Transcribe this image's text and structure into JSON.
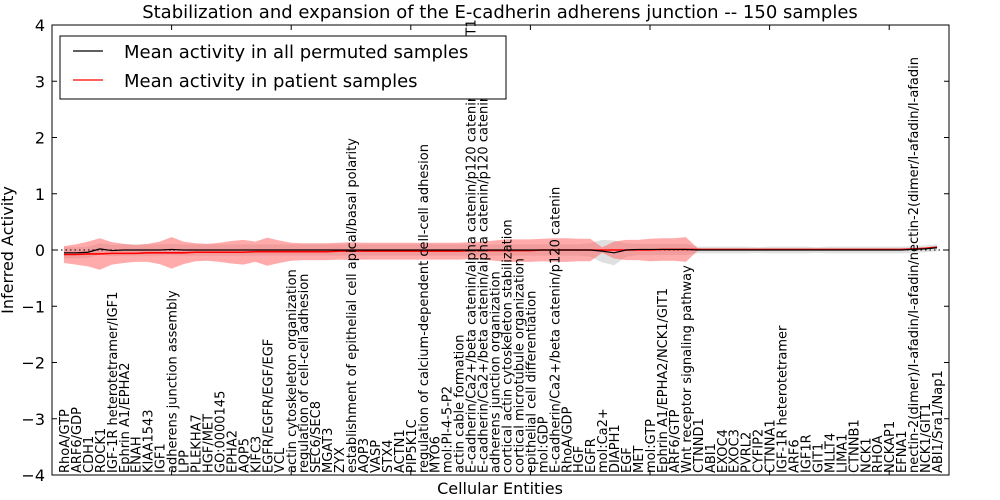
{
  "chart_data": {
    "type": "line",
    "title": "Stabilization and expansion of the E-cadherin adherens junction -- 150 samples",
    "xlabel": "Cellular Entities",
    "ylabel": "Inferred Activity",
    "ylim": [
      -4,
      4
    ],
    "xlim": [
      0,
      75
    ],
    "yticks": [
      "4",
      "3",
      "2",
      "1",
      "0",
      "−1",
      "−2",
      "−3",
      "−4"
    ],
    "ytick_values": [
      4,
      3,
      2,
      1,
      0,
      -1,
      -2,
      -3,
      -4
    ],
    "grid": false,
    "legend": {
      "placement": "top-left",
      "entries": [
        {
          "label": "Mean activity in all permuted samples",
          "color": "#000000"
        },
        {
          "label": "Mean activity in patient samples",
          "color": "#ff0000"
        }
      ]
    },
    "categories": [
      "RhoA/GTP",
      "ARF6/GDP",
      "CDH1",
      "ROCK1",
      "IGF-1R heterotetramer/IGF1",
      "Ephrin A1/EPHA2",
      "ENAH",
      "KIAA1543",
      "IGF1",
      "adherens junction assembly",
      "LPP",
      "PLEKHA7",
      "HGF/MET",
      "GO:0000145",
      "EPHA2",
      "AQP5",
      "KIFC3",
      "EGFR/EGFR/EGF/EGF",
      "VCL",
      "actin cytoskeleton organization",
      "regulation of cell-cell adhesion",
      "SEC6/SEC8",
      "MGAT3",
      "ZYX",
      "establishment of epithelial cell apical/basal polarity",
      "AQP3",
      "VASP",
      "STX4",
      "ACTN1",
      "PIP5K1C",
      "regulation of calcium-dependent cell-cell adhesion",
      "MYO6",
      "mol:PI-4-5-P2",
      "actin cable formation",
      "E-cadherin/Ca2+/beta catenin/alpha catenin/p120 catenin/NCK1/GIT1",
      "E-cadherin/Ca2+/beta catenin/alpha catenin/p120 catenin/Nectin",
      "adherens junction organization",
      "cortical actin cytoskeleton stabilization",
      "cortical microtubule organization",
      "epithelial cell differentiation",
      "mol:GDP",
      "E-cadherin/Ca2+/beta catenin/p120 catenin",
      "RhoA/GDP",
      "HGF",
      "EGFR",
      "mol:Ca2+",
      "DIAPH1",
      "EGF",
      "MET",
      "mol:GTP",
      "Ephrin A1/EPHA2/NCK1/GIT1",
      "ARF6/GTP",
      "Wnt receptor signaling pathway",
      "CTNND1",
      "ABI1",
      "EXOC4",
      "EXOC3",
      "PVRL2",
      "CYFIP2",
      "CTNNA1",
      "IGF-1R heterotetramer",
      "ARF6",
      "IGF1R",
      "GIT1",
      "MLLT4",
      "LIMA1",
      "CTNNB1",
      "NCK1",
      "RHOA",
      "NCKAP1",
      "EFNA1",
      "nectin-2(dimer)/I-afadin/I-afadin/nectin-2(dimer/I-afadin/I-afadin",
      "NCK1/GIT1",
      "ABI1/Sra1/Nap1"
    ],
    "series": [
      {
        "name": "Mean activity in patient samples",
        "color": "#ff0000",
        "band_color": "#ff6666",
        "values": [
          -0.08,
          -0.08,
          -0.07,
          -0.07,
          -0.06,
          -0.06,
          -0.06,
          -0.05,
          -0.05,
          -0.05,
          -0.05,
          -0.04,
          -0.04,
          -0.04,
          -0.04,
          -0.04,
          -0.03,
          -0.03,
          -0.03,
          -0.03,
          -0.03,
          -0.03,
          -0.03,
          -0.02,
          -0.02,
          -0.02,
          -0.02,
          -0.02,
          -0.02,
          -0.02,
          -0.02,
          -0.02,
          -0.02,
          -0.02,
          -0.01,
          -0.01,
          -0.01,
          -0.01,
          -0.01,
          -0.01,
          0,
          0,
          0,
          0,
          0,
          0,
          0,
          0,
          0,
          0,
          0.01,
          0.01,
          0.01,
          0.01,
          0.01,
          0.01,
          0.01,
          0.01,
          0.01,
          0.01,
          0.01,
          0.01,
          0.01,
          0.01,
          0.01,
          0.01,
          0.01,
          0.01,
          0.01,
          0.01,
          0.01,
          0.02,
          0.03,
          0.05
        ],
        "band_halfwidth": [
          0.15,
          0.18,
          0.22,
          0.28,
          0.2,
          0.17,
          0.15,
          0.16,
          0.2,
          0.28,
          0.2,
          0.16,
          0.15,
          0.17,
          0.2,
          0.22,
          0.18,
          0.25,
          0.2,
          0.16,
          0.15,
          0.15,
          0.15,
          0.15,
          0.16,
          0.15,
          0.15,
          0.15,
          0.15,
          0.15,
          0.15,
          0.15,
          0.15,
          0.15,
          0.15,
          0.16,
          0.18,
          0.2,
          0.2,
          0.2,
          0.2,
          0.21,
          0.21,
          0.2,
          0.2,
          0.05,
          0.15,
          0.18,
          0.18,
          0.2,
          0.2,
          0.2,
          0.22,
          0.02,
          0.01,
          0.01,
          0.01,
          0.01,
          0.01,
          0.01,
          0.01,
          0.01,
          0.01,
          0.01,
          0.01,
          0.01,
          0.01,
          0.01,
          0.01,
          0.01,
          0.01,
          0.01,
          0.01,
          0.01
        ]
      },
      {
        "name": "Mean activity in all permuted samples",
        "color": "#000000",
        "band_color": "#cccccc",
        "values": [
          -0.05,
          -0.05,
          -0.04,
          0.02,
          -0.01,
          0,
          0,
          0,
          0,
          0.01,
          0,
          0,
          0,
          0,
          0,
          0,
          0,
          0,
          0,
          0,
          0,
          0,
          0,
          0,
          0,
          0,
          0,
          0,
          0,
          0,
          0,
          0,
          0,
          0,
          0,
          0,
          0,
          0,
          0,
          0,
          0,
          0,
          0,
          0,
          0,
          -0.02,
          -0.05,
          0,
          0.01,
          0.01,
          0.01,
          0.01,
          0.01,
          0,
          0,
          0,
          0,
          0,
          0,
          0,
          0,
          0,
          0,
          0,
          0,
          0,
          0,
          0,
          0,
          0,
          0,
          0.01,
          0.02,
          0.04
        ],
        "band_halfwidth": [
          0.1,
          0.1,
          0.1,
          0.1,
          0.1,
          0.1,
          0.1,
          0.1,
          0.1,
          0.1,
          0.1,
          0.1,
          0.1,
          0.1,
          0.1,
          0.1,
          0.1,
          0.1,
          0.1,
          0.1,
          0.1,
          0.1,
          0.1,
          0.1,
          0.1,
          0.1,
          0.1,
          0.1,
          0.1,
          0.1,
          0.1,
          0.1,
          0.1,
          0.1,
          0.1,
          0.1,
          0.1,
          0.1,
          0.1,
          0.1,
          0.1,
          0.1,
          0.1,
          0.1,
          0.12,
          0.2,
          0.22,
          0.12,
          0.1,
          0.1,
          0.1,
          0.1,
          0.1,
          0.06,
          0.06,
          0.06,
          0.06,
          0.06,
          0.05,
          0.06,
          0.06,
          0.06,
          0.06,
          0.05,
          0.06,
          0.06,
          0.06,
          0.06,
          0.06,
          0.06,
          0.06,
          0.06,
          0.06,
          0.06
        ]
      }
    ]
  }
}
